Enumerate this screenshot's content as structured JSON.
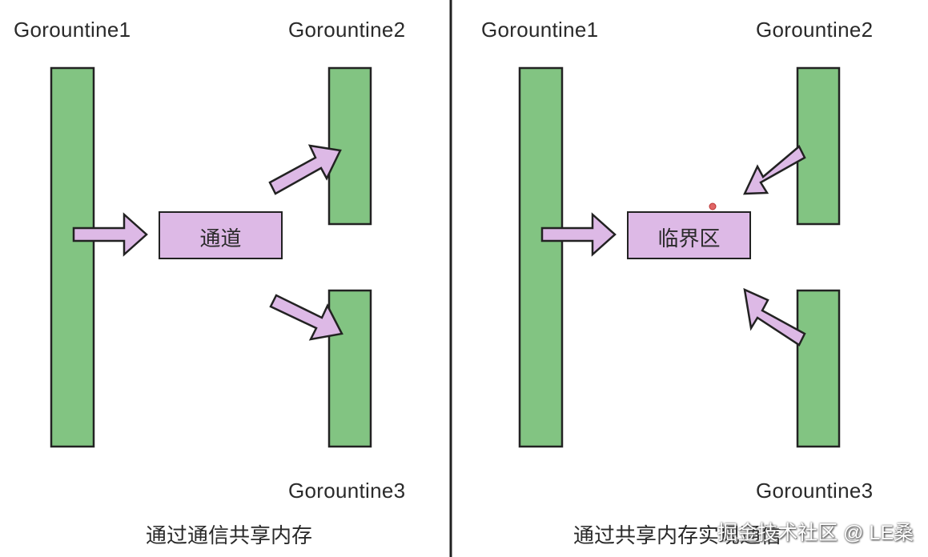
{
  "left_panel": {
    "goroutine1": "Gorountine1",
    "goroutine2": "Gorountine2",
    "goroutine3": "Gorountine3",
    "box_label": "通道",
    "caption": "通过通信共享内存"
  },
  "right_panel": {
    "goroutine1": "Gorountine1",
    "goroutine2": "Gorountine2",
    "goroutine3": "Gorountine3",
    "box_label": "临界区",
    "caption": "通过共享内存实现通信"
  },
  "watermark": "掘金技术社区 @ LE桑",
  "colors": {
    "goroutine_fill": "#82c482",
    "box_fill": "#ddb9e6",
    "arrow_fill": "#ddb9e6",
    "stroke": "#222222",
    "divider": "#222222"
  }
}
